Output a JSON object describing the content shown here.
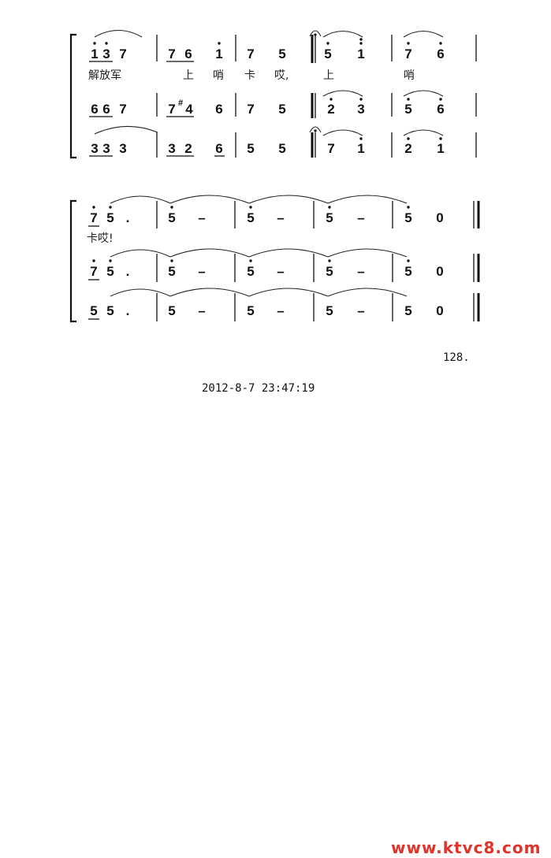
{
  "system1": {
    "part1": {
      "m1": [
        "1",
        "3",
        "7"
      ],
      "m2": [
        "7",
        "6",
        "1"
      ],
      "m3": [
        "7",
        "5"
      ],
      "m4": [
        "5",
        "1"
      ],
      "m5": [
        "7",
        "6"
      ]
    },
    "lyrics": [
      "解放军",
      "上",
      "哨",
      "卡",
      "哎,",
      "上",
      "哨"
    ],
    "part2": {
      "m1": [
        "6",
        "6",
        "7"
      ],
      "m2": [
        "7",
        "#",
        "4",
        "6"
      ],
      "m3": [
        "7",
        "5"
      ],
      "m4": [
        "2",
        "3"
      ],
      "m5": [
        "5",
        "6"
      ]
    },
    "part3": {
      "m1": [
        "3",
        "3",
        "3"
      ],
      "m2": [
        "3",
        "2",
        "6"
      ],
      "m3": [
        "5",
        "5"
      ],
      "m4": [
        "7",
        "1"
      ],
      "m5": [
        "2",
        "1"
      ]
    }
  },
  "system2": {
    "part1": {
      "m1": [
        "7",
        "5",
        "."
      ],
      "m2": [
        "5",
        "–"
      ],
      "m3": [
        "5",
        "–"
      ],
      "m4": [
        "5",
        "–"
      ],
      "m5": [
        "5",
        "0"
      ]
    },
    "lyrics": [
      "卡哎!"
    ],
    "part2": {
      "m1": [
        "7",
        "5",
        "."
      ],
      "m2": [
        "5",
        "–"
      ],
      "m3": [
        "5",
        "–"
      ],
      "m4": [
        "5",
        "–"
      ],
      "m5": [
        "5",
        "0"
      ]
    },
    "part3": {
      "m1": [
        "5",
        "5",
        "."
      ],
      "m2": [
        "5",
        "–"
      ],
      "m3": [
        "5",
        "–"
      ],
      "m4": [
        "5",
        "–"
      ],
      "m5": [
        "5",
        "0"
      ]
    }
  },
  "page_number": "128.",
  "timestamp": "2012-8-7 23:47:19",
  "watermark": "www.ktvc8.com",
  "colors": {
    "ink": "#111111",
    "watermark": "#e0342b"
  }
}
